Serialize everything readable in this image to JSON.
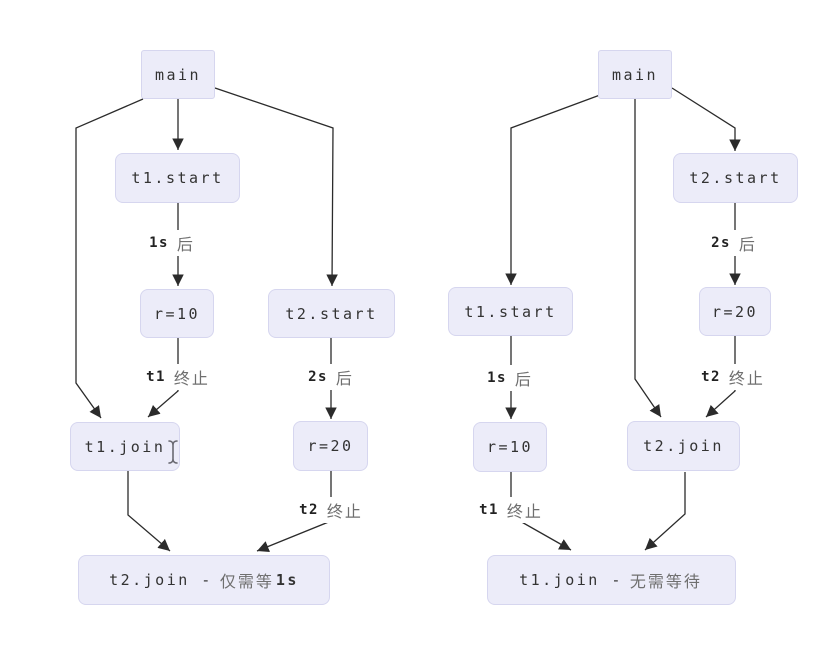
{
  "colors": {
    "background": "#ffffff",
    "node_fill": "#ececf9",
    "node_border": "#d6d6ef",
    "edge": "#2b2b2b",
    "code_text": "#333333",
    "cjk_text": "#6f6f6f",
    "label_code_text": "#222222"
  },
  "cursor": {
    "icon": "text-ibeam-cursor"
  },
  "left_chart": {
    "nodes": {
      "main": {
        "label": "main"
      },
      "t1_start": {
        "label": "t1.start"
      },
      "r10": {
        "label": "r=10"
      },
      "t2_start": {
        "label": "t2.start"
      },
      "t1_join": {
        "label": "t1.join"
      },
      "r20": {
        "label": "r=20"
      },
      "result": {
        "code": "t2.join -",
        "cjk": "仅需等",
        "code2": "1s"
      }
    },
    "edge_labels": {
      "after_1s": {
        "code": "1s",
        "cjk": "后"
      },
      "t1_end": {
        "code": "t1",
        "cjk": "终止"
      },
      "after_2s": {
        "code": "2s",
        "cjk": "后"
      },
      "t2_end": {
        "code": "t2",
        "cjk": "终止"
      }
    },
    "edges": [
      {
        "from": "main",
        "to": "t1_start"
      },
      {
        "from": "main",
        "to": "t1_join"
      },
      {
        "from": "main",
        "to": "t2_start"
      },
      {
        "from": "t1_start",
        "to": "r10",
        "label": "1s 后"
      },
      {
        "from": "r10",
        "to": "t1_join",
        "label": "t1 终止"
      },
      {
        "from": "t2_start",
        "to": "r20",
        "label": "2s 后"
      },
      {
        "from": "t1_join",
        "to": "result"
      },
      {
        "from": "r20",
        "to": "result",
        "label": "t2 终止"
      }
    ]
  },
  "right_chart": {
    "nodes": {
      "main": {
        "label": "main"
      },
      "t2_start": {
        "label": "t2.start"
      },
      "t1_start": {
        "label": "t1.start"
      },
      "r20": {
        "label": "r=20"
      },
      "r10": {
        "label": "r=10"
      },
      "t2_join": {
        "label": "t2.join"
      },
      "result": {
        "code": "t1.join -",
        "cjk": "无需等待",
        "code2": ""
      }
    },
    "edge_labels": {
      "after_2s": {
        "code": "2s",
        "cjk": "后"
      },
      "after_1s": {
        "code": "1s",
        "cjk": "后"
      },
      "t2_end": {
        "code": "t2",
        "cjk": "终止"
      },
      "t1_end": {
        "code": "t1",
        "cjk": "终止"
      }
    },
    "edges": [
      {
        "from": "main",
        "to": "t1_start"
      },
      {
        "from": "main",
        "to": "t2_join"
      },
      {
        "from": "main",
        "to": "t2_start"
      },
      {
        "from": "t2_start",
        "to": "r20",
        "label": "2s 后"
      },
      {
        "from": "t1_start",
        "to": "r10",
        "label": "1s 后"
      },
      {
        "from": "r20",
        "to": "t2_join",
        "label": "t2 终止"
      },
      {
        "from": "r10",
        "to": "result",
        "label": "t1 终止"
      },
      {
        "from": "t2_join",
        "to": "result"
      }
    ]
  }
}
